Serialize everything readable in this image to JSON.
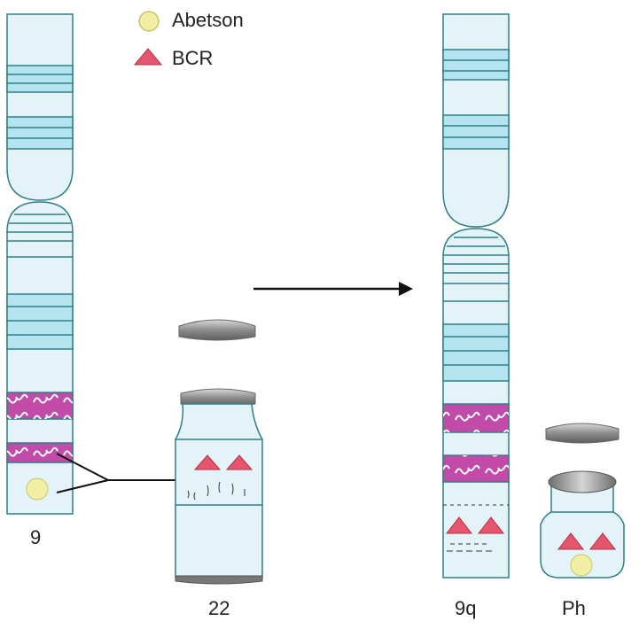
{
  "legend": {
    "abelson_label": "Abetson",
    "bcr_label": "BCR"
  },
  "chromosomes": {
    "chr9_label": "9",
    "chr22_label": "22",
    "chr9q_label": "9q",
    "ph_label": "Ph"
  },
  "colors": {
    "chromatid_fill": "#e3f3f8",
    "chromatid_stroke": "#2e7f86",
    "band_fill": "#b3e4f0",
    "magenta": "#c24aa8",
    "bcr_red": "#e5556d",
    "abl_yellow": "#f2eea4",
    "cap_gray": "#8a8a8a"
  }
}
